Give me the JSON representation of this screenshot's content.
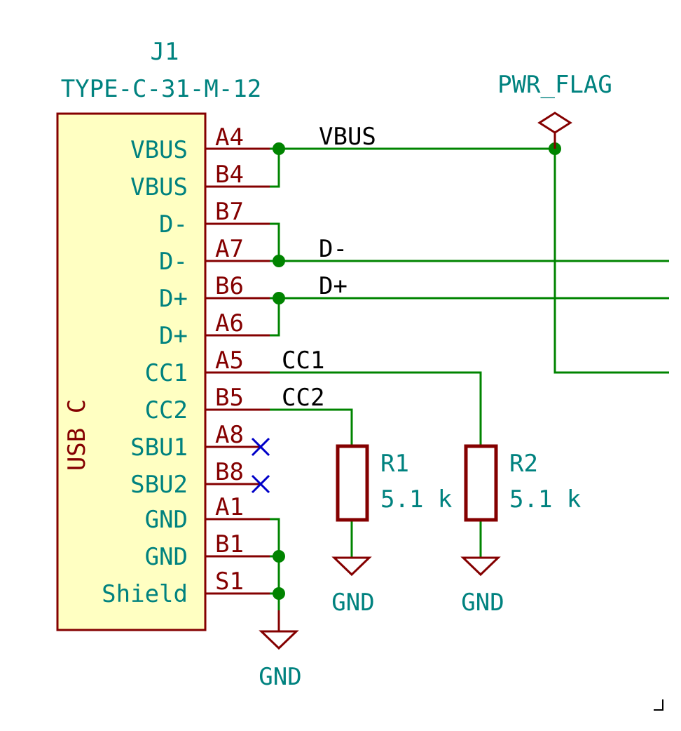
{
  "connector": {
    "ref": "J1",
    "value": "TYPE-C-31-M-12",
    "body_label": "USB C",
    "pins": [
      {
        "name": "VBUS",
        "number": "A4"
      },
      {
        "name": "VBUS",
        "number": "B4"
      },
      {
        "name": "D-",
        "number": "B7"
      },
      {
        "name": "D-",
        "number": "A7"
      },
      {
        "name": "D+",
        "number": "B6"
      },
      {
        "name": "D+",
        "number": "A6"
      },
      {
        "name": "CC1",
        "number": "A5"
      },
      {
        "name": "CC2",
        "number": "B5"
      },
      {
        "name": "SBU1",
        "number": "A8"
      },
      {
        "name": "SBU2",
        "number": "B8"
      },
      {
        "name": "GND",
        "number": "A1"
      },
      {
        "name": "GND",
        "number": "B1"
      },
      {
        "name": "Shield",
        "number": "S1"
      }
    ]
  },
  "nets": {
    "vbus": "VBUS",
    "dminus": "D-",
    "dplus": "D+",
    "cc1": "CC1",
    "cc2": "CC2"
  },
  "pwr_flag": "PWR_FLAG",
  "resistors": [
    {
      "ref": "R1",
      "value": "5.1 k"
    },
    {
      "ref": "R2",
      "value": "5.1 k"
    }
  ],
  "gnd_label": "GND",
  "colors": {
    "wire": "#008400",
    "junction": "#008400",
    "pin": "#840000",
    "body_fill": "#ffffc2",
    "body_stroke": "#840000",
    "text_teal": "#00827f",
    "no_connect": "#0000c8"
  }
}
